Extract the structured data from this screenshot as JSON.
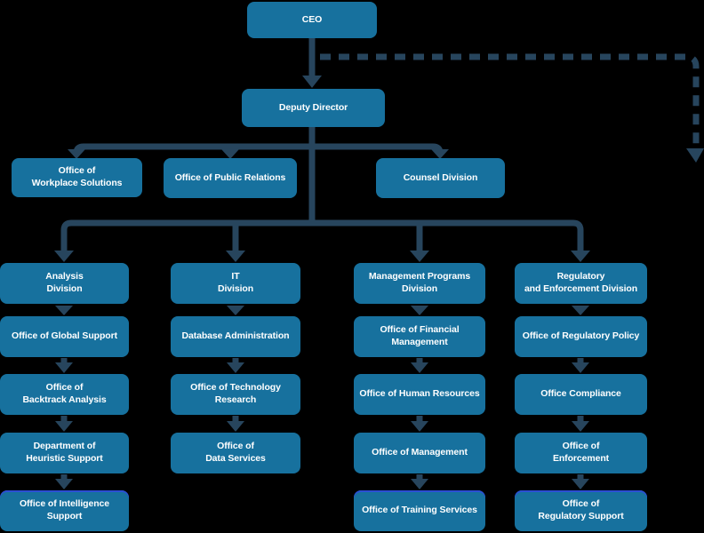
{
  "colors": {
    "background": "#000000",
    "box": "#17719e",
    "connector": "#27455d",
    "accent": "#2b4fd4",
    "text": "#ffffff"
  },
  "org": {
    "ceo": {
      "label": "CEO"
    },
    "deputy_director": {
      "label": "Deputy Director"
    },
    "staff_offices": [
      {
        "label": "Office of\nWorkplace Solutions"
      },
      {
        "label": "Office of Public Relations"
      },
      {
        "label": "Counsel Division"
      }
    ],
    "divisions": [
      {
        "label": "Analysis\nDivision",
        "offices": [
          "Office of Global Support",
          "Office of\nBacktrack Analysis",
          "Department of\nHeuristic Support",
          "Office of Intelligence\nSupport"
        ]
      },
      {
        "label": "IT\nDivision",
        "offices": [
          "Database Administration",
          "Office of Technology\nResearch",
          "Office of\nData Services"
        ]
      },
      {
        "label": "Management Programs\nDivision",
        "offices": [
          "Office of Financial\nManagement",
          "Office of Human Resources",
          "Office of Management",
          "Office of Training Services"
        ]
      },
      {
        "label": "Regulatory\nand Enforcement Division",
        "offices": [
          "Office of Regulatory Policy",
          "Office Compliance",
          "Office of\nEnforcement",
          "Office of\nRegulatory Support"
        ]
      }
    ]
  }
}
